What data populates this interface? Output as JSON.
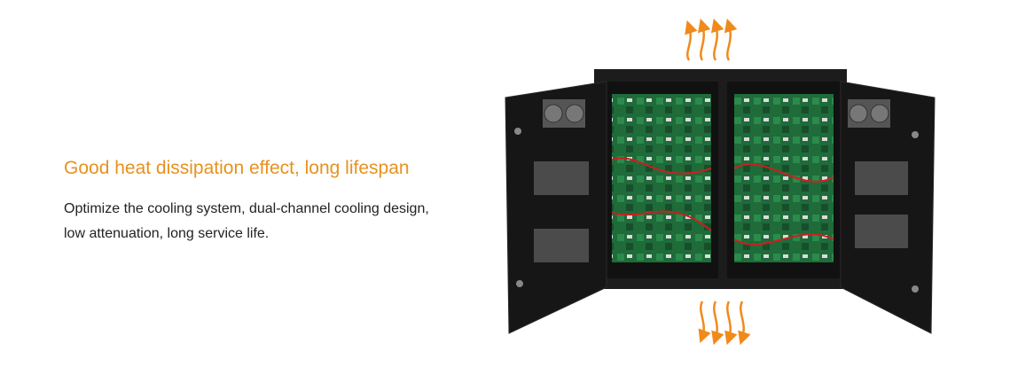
{
  "headline": "Good heat dissipation effect, long lifespan",
  "description_lines": [
    "Optimize the cooling system, dual-channel cooling design,",
    "low attenuation, long service life."
  ],
  "colors": {
    "accent": "#e8911e",
    "text": "#222222",
    "cabinet": "#1c1c1c",
    "pcb": "#1f6b3a",
    "heat_arrows": "#f08a1c"
  },
  "illustration": {
    "subject": "led-display-cabinet-open-doors",
    "icons": [
      "heat-up-arrows-icon",
      "airflow-in-arrows-icon",
      "cooling-fan-icon",
      "power-supply-icon"
    ]
  }
}
